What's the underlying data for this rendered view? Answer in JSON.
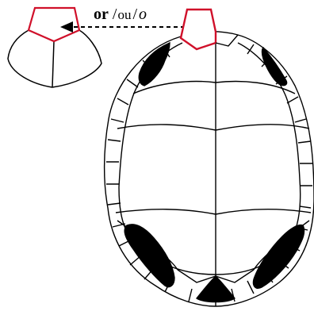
{
  "label": {
    "or": "or",
    "slash1": "/",
    "ou": "ou",
    "slash2": "/",
    "o": "o"
  },
  "colors": {
    "highlight": "#d0102a",
    "stroke": "#000000",
    "fill_dark": "#000000",
    "fill_light": "#ffffff"
  }
}
